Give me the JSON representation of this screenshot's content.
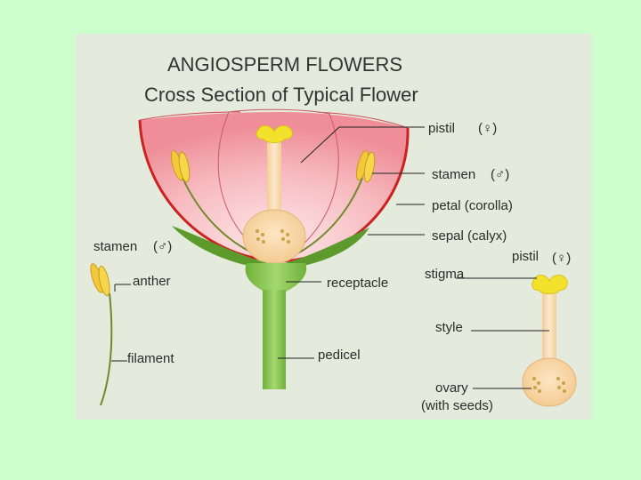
{
  "title_line1": "ANGIOSPERM FLOWERS",
  "title_line2": "Cross Section of Typical Flower",
  "main_labels": {
    "pistil": "pistil",
    "pistil_symbol": "(♀)",
    "stamen": "stamen",
    "stamen_symbol": "(♂)",
    "petal": "petal (corolla)",
    "sepal": "sepal (calyx)",
    "receptacle": "receptacle",
    "pedicel": "pedicel"
  },
  "stamen_detail": {
    "heading": "stamen",
    "symbol": "(♂)",
    "anther": "anther",
    "filament": "filament"
  },
  "pistil_detail": {
    "heading": "pistil",
    "symbol": "(♀)",
    "stigma": "stigma",
    "style": "style",
    "ovary": "ovary",
    "ovary_note": "(with seeds)"
  },
  "colors": {
    "page_background": "#ccffcc",
    "panel_background": "#e4ebdd",
    "petal_fill": "#f3a0a8",
    "petal_outline": "#cc2222",
    "sepal": "#5c9a2c",
    "receptacle": "#7ac043",
    "pistil": "#f5d3a0",
    "stigma": "#f2e22c",
    "anther": "#f0c23a"
  }
}
